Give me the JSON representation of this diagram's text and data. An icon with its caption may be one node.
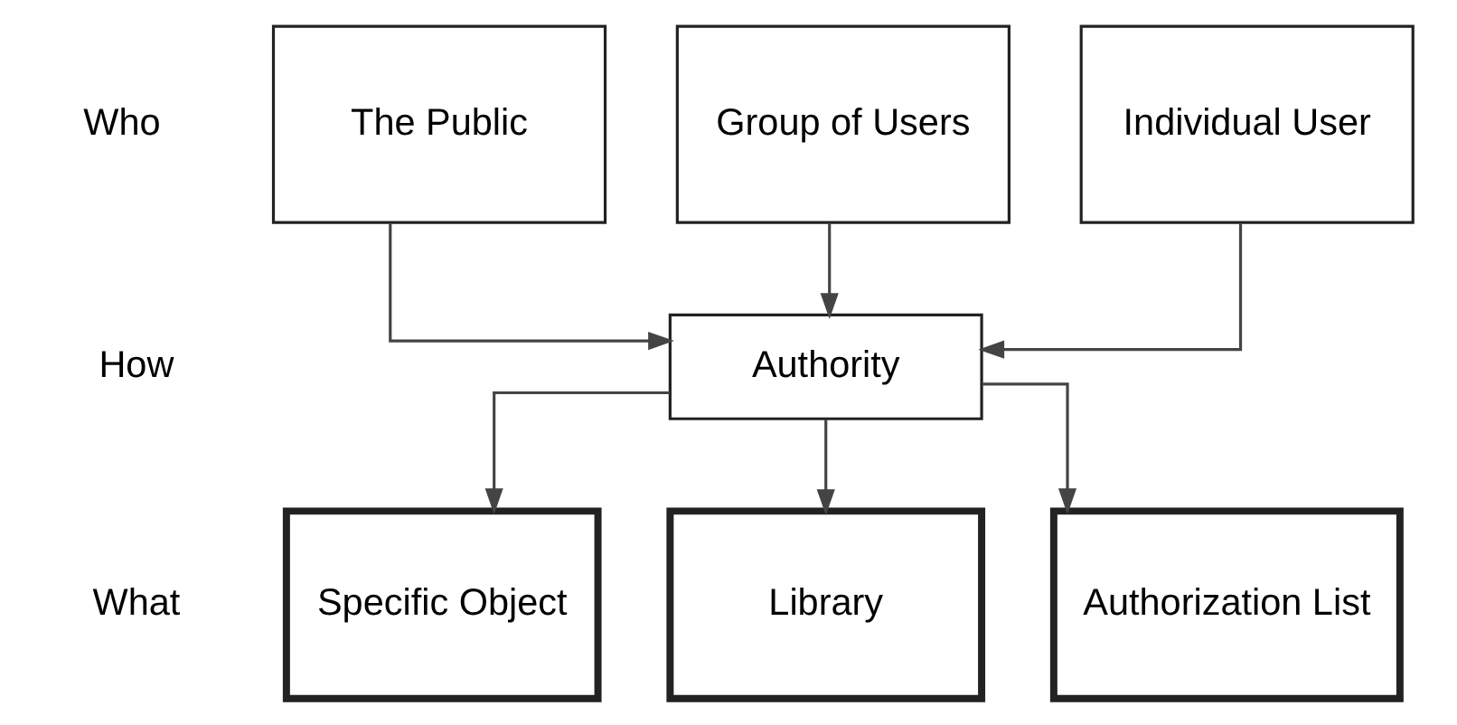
{
  "diagram": {
    "nodes": [
      {
        "text": [
          "The Public"
        ]
      },
      {
        "text": [
          "Group of Users"
        ]
      },
      {
        "text": [
          "Individual User"
        ]
      },
      {
        "text": [
          "Authority"
        ]
      },
      {
        "text": [
          "Specific Object"
        ]
      },
      {
        "text": [
          "Library"
        ]
      },
      {
        "text": [
          "Authorization List"
        ]
      }
    ],
    "edges": [
      {
        "from": 0,
        "to": 3,
        "arrow": "to"
      },
      {
        "from": 1,
        "to": 3,
        "arrow": "to"
      },
      {
        "from": 2,
        "to": 3,
        "arrow": "to"
      },
      {
        "from": 3,
        "to": 4,
        "arrow": "to"
      },
      {
        "from": 3,
        "to": 5,
        "arrow": "to"
      },
      {
        "from": 3,
        "to": 6,
        "arrow": "to"
      }
    ],
    "labels": [
      "Who",
      "How",
      "What"
    ]
  }
}
